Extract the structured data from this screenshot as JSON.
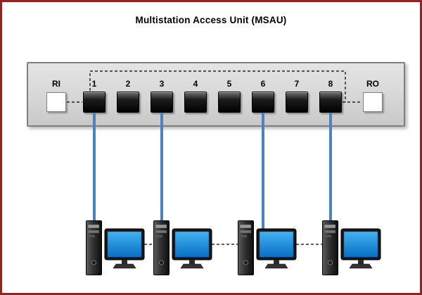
{
  "title": "Multistation Access Unit (MSAU)",
  "msau": {
    "ri_label": "RI",
    "ro_label": "RO",
    "ports": [
      "1",
      "2",
      "3",
      "4",
      "5",
      "6",
      "7",
      "8"
    ]
  },
  "connections": {
    "cabled_ports": [
      "1",
      "3",
      "6",
      "8"
    ],
    "workstations": 4
  },
  "colors": {
    "frame-border": "#8E2424",
    "msau-fill": "#D9D9D9",
    "cable": "#4F81BD",
    "screen": "#1E96E8"
  }
}
